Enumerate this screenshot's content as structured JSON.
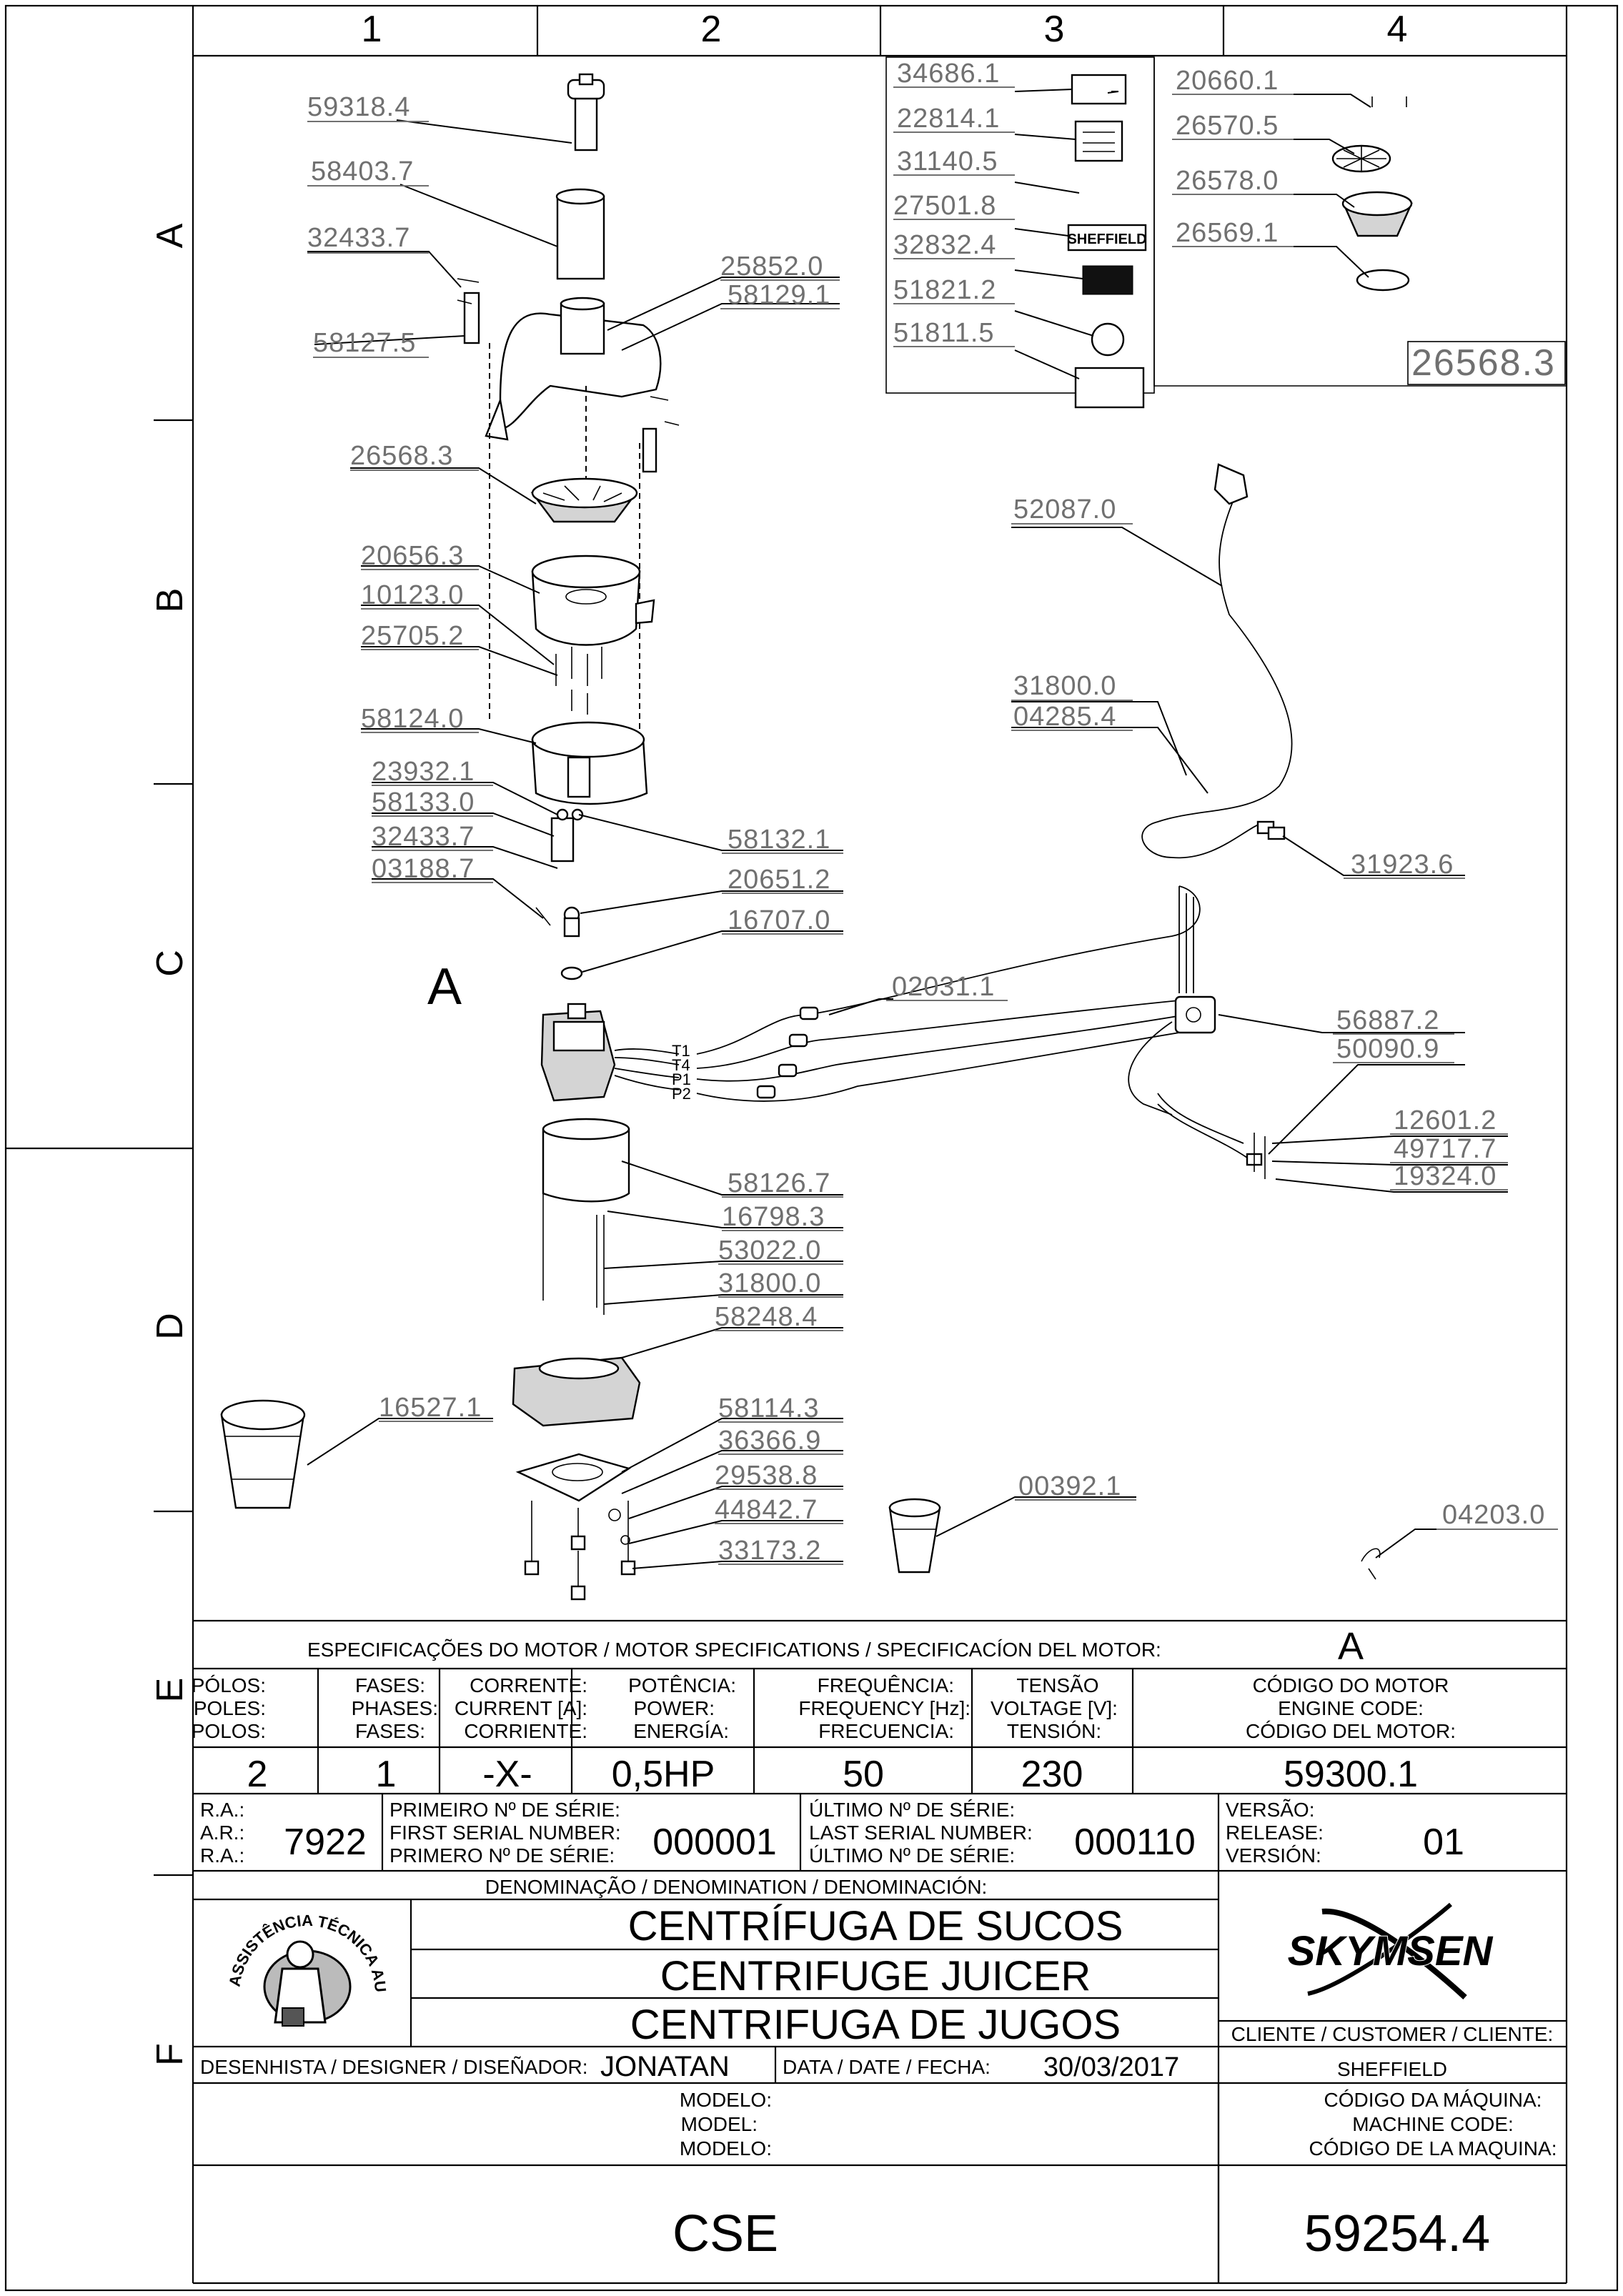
{
  "zones": {
    "columns": [
      "1",
      "2",
      "3",
      "4"
    ],
    "rows": [
      "A",
      "B",
      "C",
      "D",
      "E",
      "F"
    ]
  },
  "callouts": [
    "59318.4",
    "58403.7",
    "32433.7",
    "58127.5",
    "25852.0",
    "58129.1",
    "26568.3",
    "20656.3",
    "10123.0",
    "25705.2",
    "58124.0",
    "23932.1",
    "58133.0",
    "32433.7",
    "03188.7",
    "58132.1",
    "20651.2",
    "16707.0",
    "58126.7",
    "16798.3",
    "53022.0",
    "31800.0",
    "58248.4",
    "16527.1",
    "58114.3",
    "36366.9",
    "29538.8",
    "44842.7",
    "33173.2",
    "00392.1",
    "34686.1",
    "22814.1",
    "31140.5",
    "27501.8",
    "32832.4",
    "51821.2",
    "51811.5",
    "20660.1",
    "26570.5",
    "26578.0",
    "26569.1",
    "26568.3",
    "52087.0",
    "31800.0",
    "04285.4",
    "31923.6",
    "02031.1",
    "56887.2",
    "50090.9",
    "12601.2",
    "49717.7",
    "19324.0",
    "04203.0"
  ],
  "motor_marker": "A",
  "wire_labels": [
    "T1",
    "T4",
    "P1",
    "P2"
  ],
  "sticker_brand": "SHEFFIELD",
  "spec_table": {
    "title": "ESPECIFICAÇÕES DO MOTOR / MOTOR SPECIFICATIONS / SPECIFICACÍON DEL MOTOR:",
    "motor_ref": "A",
    "columns": [
      {
        "label": [
          "PÓLOS:",
          "POLES:",
          "POLOS:"
        ],
        "value": "2"
      },
      {
        "label": [
          "FASES:",
          "PHASES:",
          "FASES:"
        ],
        "value": "1"
      },
      {
        "label": [
          "CORRENTE:",
          "CURRENT [A]:",
          "CORRIENTE:"
        ],
        "value": "-X-"
      },
      {
        "label": [
          "POTÊNCIA:",
          "POWER:",
          "ENERGÍA:"
        ],
        "value": "0,5HP"
      },
      {
        "label": [
          "FREQUÊNCIA:",
          "FREQUENCY [Hz]:",
          "FRECUENCIA:"
        ],
        "value": "50"
      },
      {
        "label": [
          "TENSÃO",
          "VOLTAGE [V]:",
          "TENSIÓN:"
        ],
        "value": "230"
      },
      {
        "label": [
          "CÓDIGO DO MOTOR",
          "ENGINE CODE:",
          "CÓDIGO DEL MOTOR:"
        ],
        "value": "59300.1"
      }
    ]
  },
  "serial_row": {
    "ra_labels": [
      "R.A.:",
      "A.R.:",
      "R.A.:"
    ],
    "ra_value": "7922",
    "first_labels": [
      "PRIMEIRO Nº DE SÉRIE:",
      "FIRST SERIAL NUMBER:",
      "PRIMERO Nº DE SÉRIE:"
    ],
    "first_value": "000001",
    "last_labels": [
      "ÚLTIMO Nº DE SÉRIE:",
      "LAST SERIAL NUMBER:",
      "ÚLTIMO Nº DE SÉRIE:"
    ],
    "last_value": "000110",
    "version_labels": [
      "VERSÃO:",
      "RELEASE:",
      "VERSIÓN:"
    ],
    "version_value": "01"
  },
  "title_block": {
    "denomination_label": "DENOMINAÇÃO / DENOMINATION / DENOMINACIÓN:",
    "names": [
      "CENTRÍFUGA DE SUCOS",
      "CENTRIFUGE JUICER",
      "CENTRIFUGA DE JUGOS"
    ],
    "stamp_text": "ASSISTÊNCIA TÉCNICA AUTORIZADA",
    "brand": "SKYMSEN",
    "client_label": "CLIENTE / CUSTOMER / CLIENTE:",
    "client_value": "SHEFFIELD",
    "designer_label": "DESENHISTA / DESIGNER / DISEÑADOR:",
    "designer_value": "JONATAN",
    "date_label": "DATA / DATE / FECHA:",
    "date_value": "30/03/2017",
    "model_labels": [
      "MODELO:",
      "MODEL:",
      "MODELO:"
    ],
    "model_value": "CSE",
    "machine_code_labels": [
      "CÓDIGO DA MÁQUINA:",
      "MACHINE CODE:",
      "CÓDIGO DE LA MAQUINA:"
    ],
    "machine_code_value": "59254.4"
  }
}
